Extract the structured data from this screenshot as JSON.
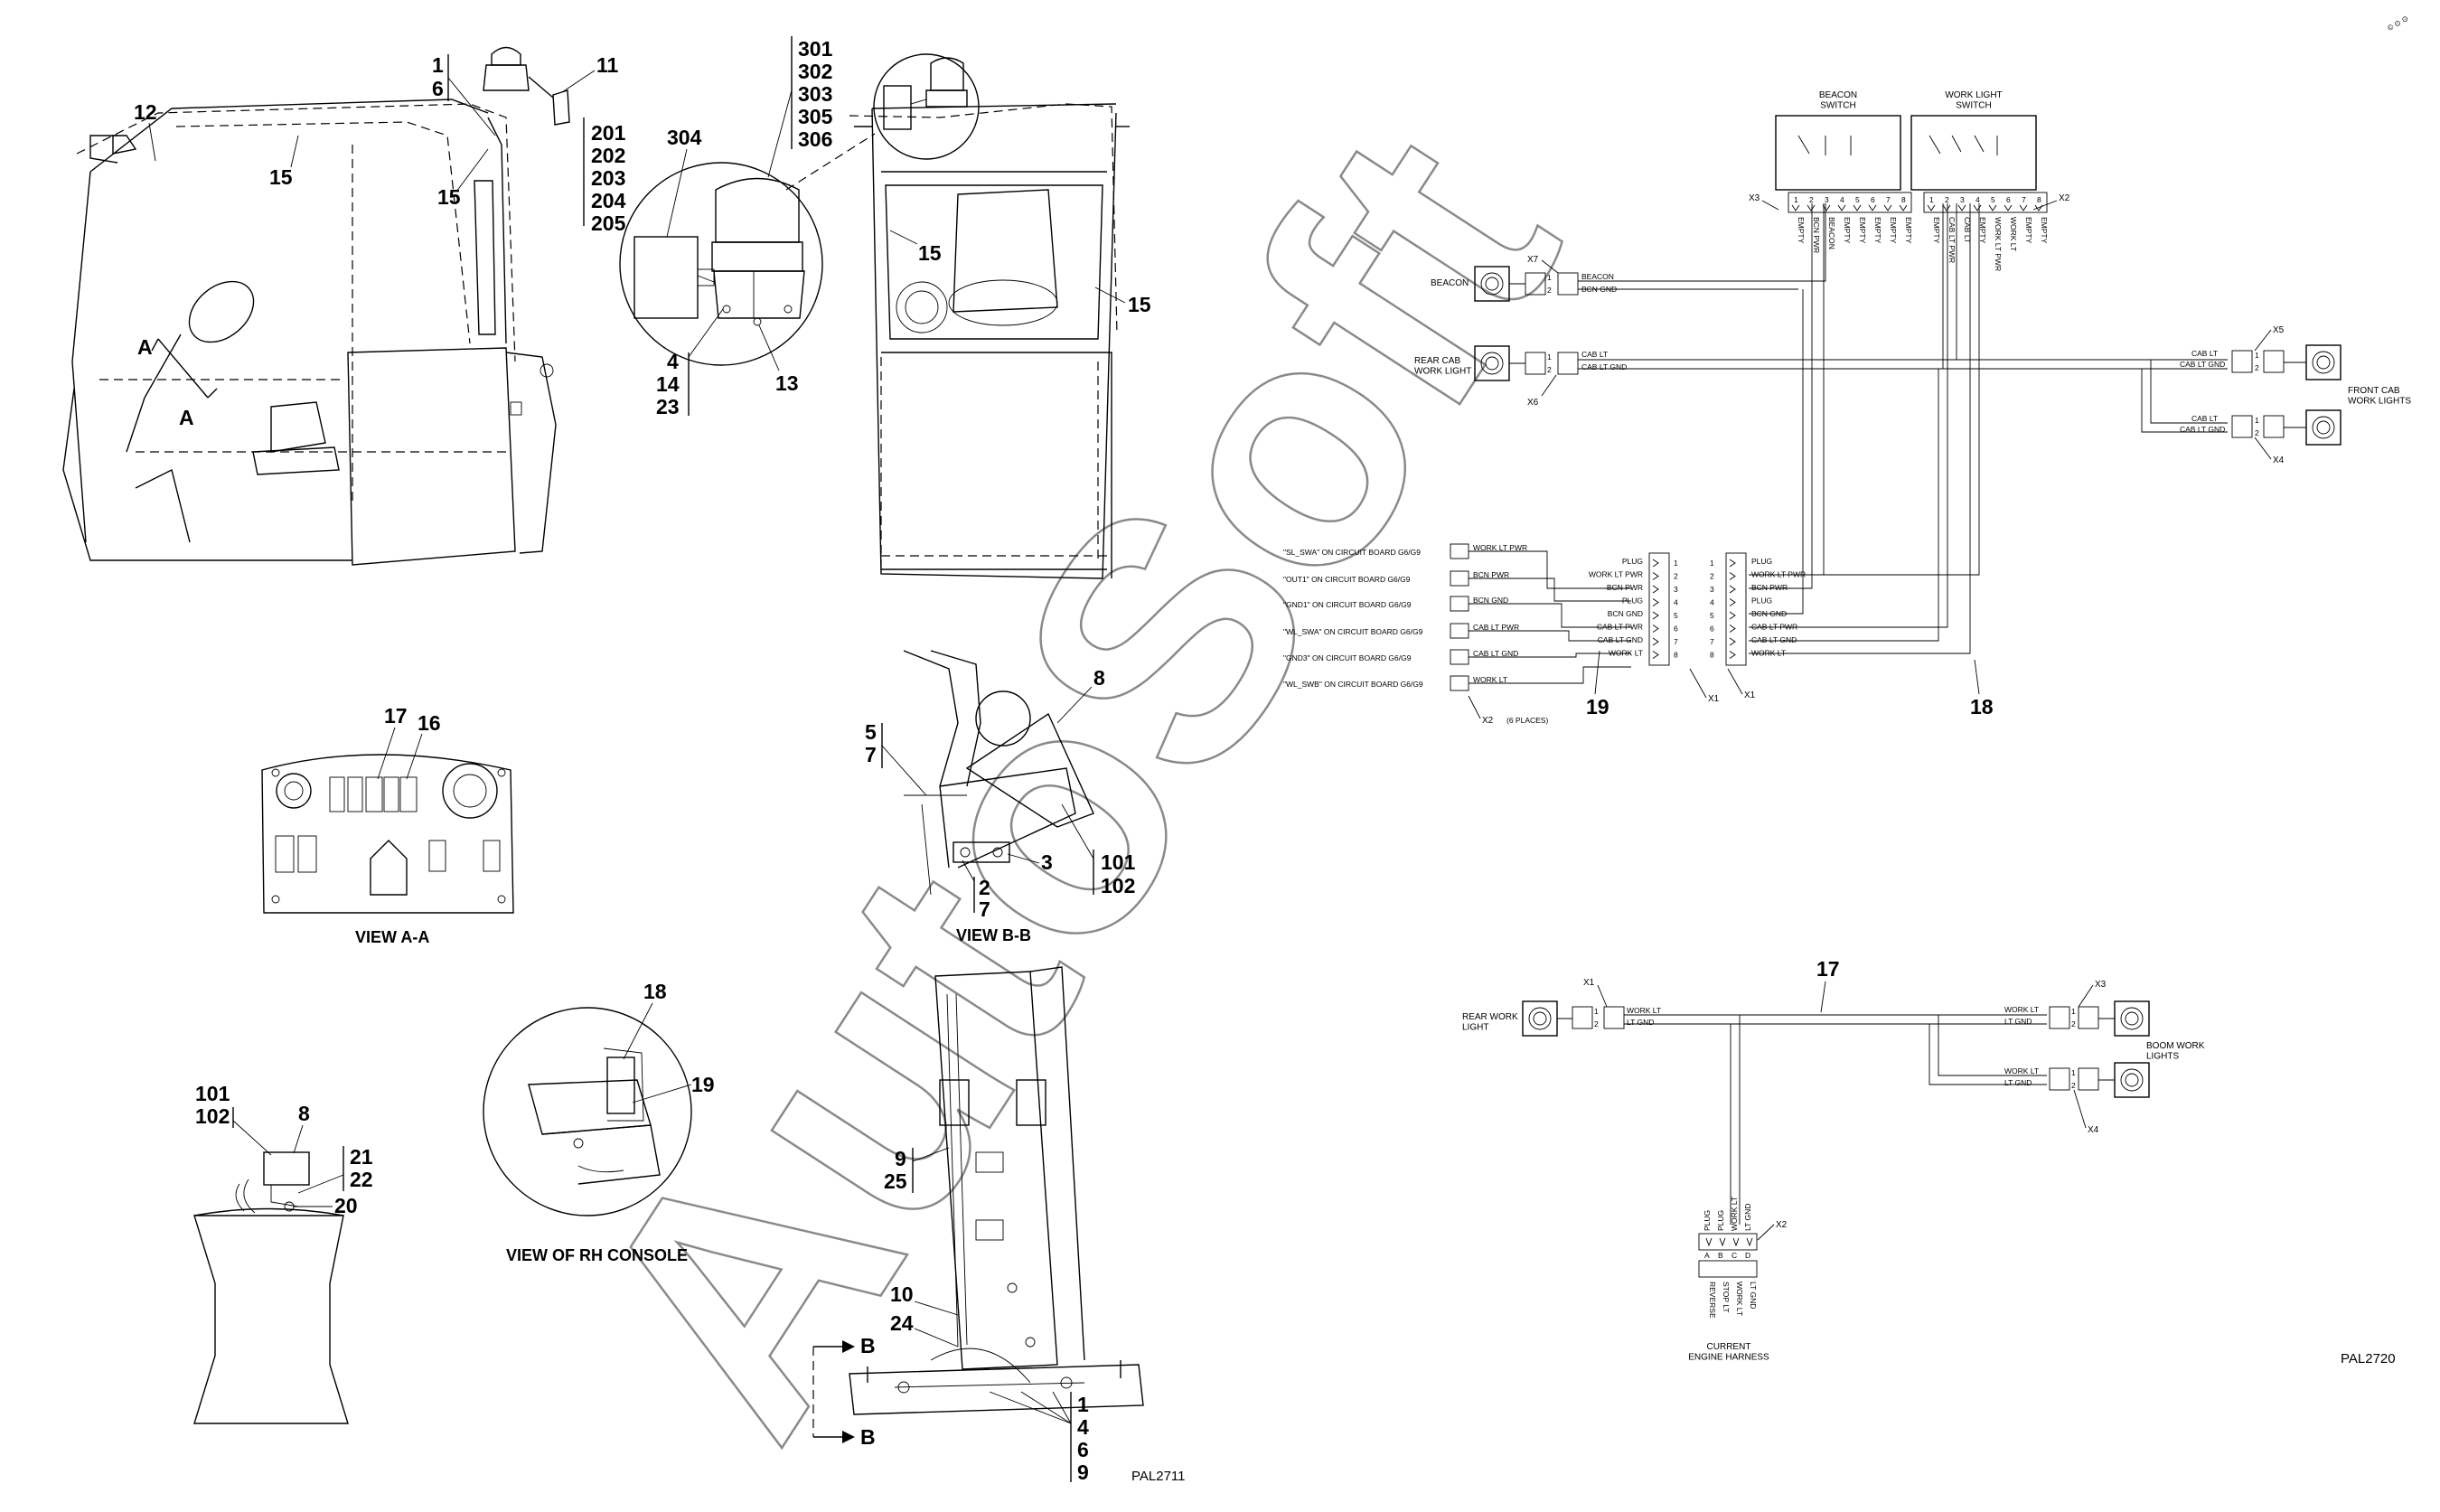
{
  "watermark": "AutoSoft",
  "corner_mark": "© ⊙ ⊙",
  "drawing_numbers": {
    "left": "PAL2711",
    "right": "PAL2720"
  },
  "views": {
    "view_aa": "VIEW A-A",
    "view_bb": "VIEW B-B",
    "view_rh_console": "VIEW OF RH CONSOLE",
    "section_a": "A",
    "section_b": "B"
  },
  "callouts": {
    "c1": "1",
    "c2": "2",
    "c3": "3",
    "c4": "4",
    "c5": "5",
    "c6": "6",
    "c7": "7",
    "c8": "8",
    "c9": "9",
    "c10": "10",
    "c11": "11",
    "c12": "12",
    "c13": "13",
    "c14": "14",
    "c15": "15",
    "c16": "16",
    "c17": "17",
    "c18": "18",
    "c19": "19",
    "c20": "20",
    "c21": "21",
    "c22": "22",
    "c23": "23",
    "c24": "24",
    "c25": "25",
    "c101": "101",
    "c102": "102",
    "c201": "201",
    "c202": "202",
    "c203": "203",
    "c204": "204",
    "c205": "205",
    "c301": "301",
    "c302": "302",
    "c303": "303",
    "c304": "304",
    "c305": "305",
    "c306": "306"
  },
  "schematic_top": {
    "beacon_switch": "BEACON\nSWITCH",
    "work_light_switch": "WORK LIGHT\nSWITCH",
    "switch_pins": [
      "1",
      "2",
      "3",
      "4",
      "5",
      "6",
      "7",
      "8"
    ],
    "beacon_switch_wires": [
      "EMPTY",
      "BCN PWR",
      "BEACON",
      "EMPTY",
      "EMPTY",
      "EMPTY",
      "EMPTY",
      "EMPTY"
    ],
    "work_light_switch_wires": [
      "EMPTY",
      "CAB LT PWR",
      "CAB LT",
      "EMPTY",
      "WORK LT PWR",
      "WORK LT",
      "EMPTY",
      "EMPTY"
    ],
    "connectors": {
      "x1": "X1",
      "x2": "X2",
      "x3": "X3",
      "x4": "X4",
      "x5": "X5",
      "x6": "X6",
      "x7": "X7",
      "x2_note": "(6 PLACES)"
    },
    "beacon": "BEACON",
    "beacon_wires": [
      "BEACON",
      "BCN GND"
    ],
    "rear_cab_work_light": "REAR CAB\nWORK LIGHT",
    "rear_cab_wires": [
      "CAB LT",
      "CAB LT GND"
    ],
    "front_cab_work_lights": "FRONT CAB\nWORK LIGHTS",
    "front_wires": [
      "CAB LT",
      "CAB LT GND"
    ],
    "pin_12": [
      "1",
      "2"
    ],
    "circuit_refs": [
      "\"SL_SWA\" ON CIRCUIT BOARD G6/G9",
      "\"OUT1\" ON CIRCUIT BOARD G6/G9",
      "\"GND1\" ON CIRCUIT BOARD G6/G9",
      "\"WL_SWA\" ON CIRCUIT BOARD G6/G9",
      "\"GND3\" ON CIRCUIT BOARD G6/G9",
      "\"WL_SWB\" ON CIRCUIT BOARD G6/G9"
    ],
    "x2_wires": [
      "WORK LT PWR",
      "BCN PWR",
      "BCN GND",
      "CAB LT PWR",
      "CAB LT GND",
      "WORK LT"
    ],
    "x1_wires": [
      "PLUG",
      "WORK LT PWR",
      "BCN PWR",
      "PLUG",
      "BCN GND",
      "CAB LT PWR",
      "CAB LT GND",
      "WORK LT"
    ],
    "x1_pins": [
      "1",
      "2",
      "3",
      "4",
      "5",
      "6",
      "7",
      "8"
    ]
  },
  "schematic_bottom": {
    "rear_work_light": "REAR WORK\nLIGHT",
    "rear_wires": [
      "WORK LT",
      "LT GND"
    ],
    "boom_work_lights": "BOOM WORK\nLIGHTS",
    "boom_wires": [
      "WORK LT",
      "LT GND"
    ],
    "x1": "X1",
    "x2": "X2",
    "x3": "X3",
    "x4": "X4",
    "pin_12": [
      "1",
      "2"
    ],
    "x2_top_wires": [
      "PLUG",
      "PLUG",
      "WORK LT",
      "LT GND"
    ],
    "x2_pins": [
      "A",
      "B",
      "C",
      "D"
    ],
    "x2_bottom_wires": [
      "REVERSE",
      "STOP LT",
      "WORK LT",
      "LT GND"
    ],
    "engine_harness": "CURRENT\nENGINE HARNESS"
  }
}
